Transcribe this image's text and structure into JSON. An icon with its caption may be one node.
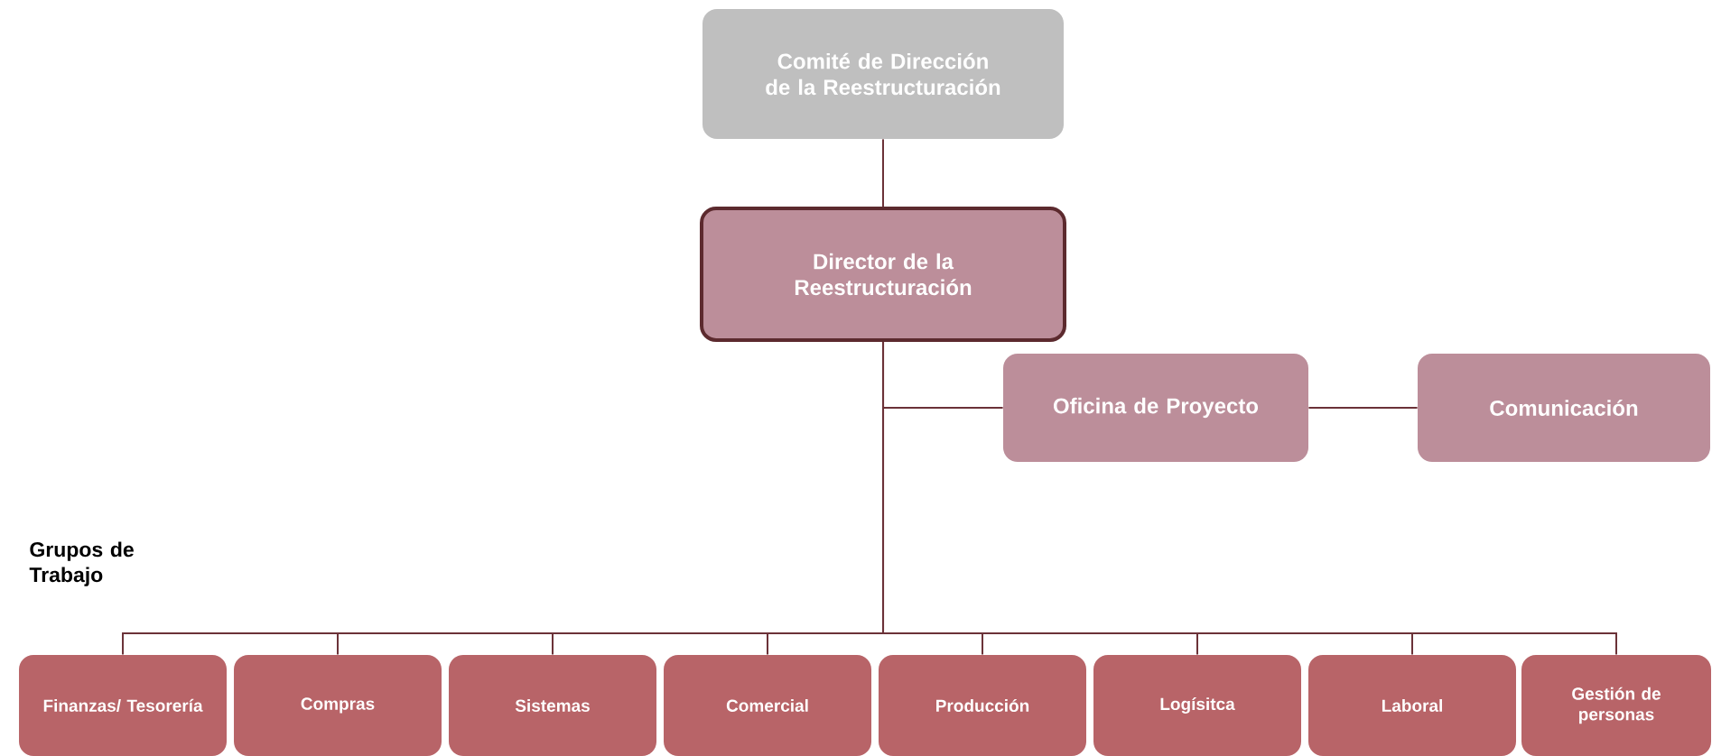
{
  "diagram": {
    "nodes": [
      {
        "text": [
          "Comité de Dirección de la Reestructuración"
        ]
      },
      {
        "text": [
          "Director de la Reestructuración"
        ]
      },
      {
        "text": [
          "Oficina de Proyecto"
        ]
      },
      {
        "text": [
          "Comunicación"
        ]
      },
      {
        "text": [
          "Finanzas/ Tesorería"
        ]
      },
      {
        "text": [
          "Compras"
        ]
      },
      {
        "text": [
          "Sistemas"
        ]
      },
      {
        "text": [
          "Comercial"
        ]
      },
      {
        "text": [
          "Producción"
        ]
      },
      {
        "text": [
          "Logísitca"
        ]
      },
      {
        "text": [
          "Laboral"
        ]
      },
      {
        "text": [
          "Gestión de personas"
        ]
      }
    ],
    "edges": [
      {
        "from": 0,
        "to": 1,
        "arrow": "none"
      },
      {
        "from": 1,
        "to": 2,
        "arrow": "none"
      },
      {
        "from": 2,
        "to": 3,
        "arrow": "none"
      },
      {
        "from": 1,
        "to": 4,
        "arrow": "none"
      },
      {
        "from": 1,
        "to": 5,
        "arrow": "none"
      },
      {
        "from": 1,
        "to": 6,
        "arrow": "none"
      },
      {
        "from": 1,
        "to": 7,
        "arrow": "none"
      },
      {
        "from": 1,
        "to": 8,
        "arrow": "none"
      },
      {
        "from": 1,
        "to": 9,
        "arrow": "none"
      },
      {
        "from": 1,
        "to": 10,
        "arrow": "none"
      },
      {
        "from": 1,
        "to": 11,
        "arrow": "none"
      }
    ],
    "labels": [
      "Grupos de Trabajo"
    ]
  }
}
